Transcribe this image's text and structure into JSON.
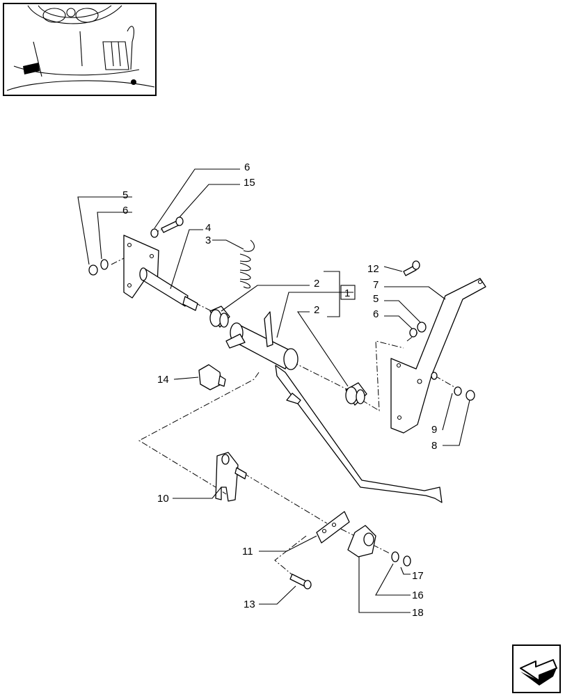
{
  "callouts": [
    {
      "id": "c6a",
      "label": "6"
    },
    {
      "id": "c15",
      "label": "15"
    },
    {
      "id": "c5a",
      "label": "5"
    },
    {
      "id": "c6b",
      "label": "6"
    },
    {
      "id": "c4",
      "label": "4"
    },
    {
      "id": "c3",
      "label": "3"
    },
    {
      "id": "c2a",
      "label": "2"
    },
    {
      "id": "c1",
      "label": "1"
    },
    {
      "id": "c2b",
      "label": "2"
    },
    {
      "id": "c12",
      "label": "12"
    },
    {
      "id": "c7",
      "label": "7"
    },
    {
      "id": "c5b",
      "label": "5"
    },
    {
      "id": "c6c",
      "label": "6"
    },
    {
      "id": "c14",
      "label": "14"
    },
    {
      "id": "c9",
      "label": "9"
    },
    {
      "id": "c8",
      "label": "8"
    },
    {
      "id": "c10",
      "label": "10"
    },
    {
      "id": "c11",
      "label": "11"
    },
    {
      "id": "c17",
      "label": "17"
    },
    {
      "id": "c16",
      "label": "16"
    },
    {
      "id": "c13",
      "label": "13"
    },
    {
      "id": "c18",
      "label": "18"
    }
  ],
  "icons": {
    "thumbnail": "location-thumbnail-icon",
    "nav": "next-page-arrow-icon"
  }
}
